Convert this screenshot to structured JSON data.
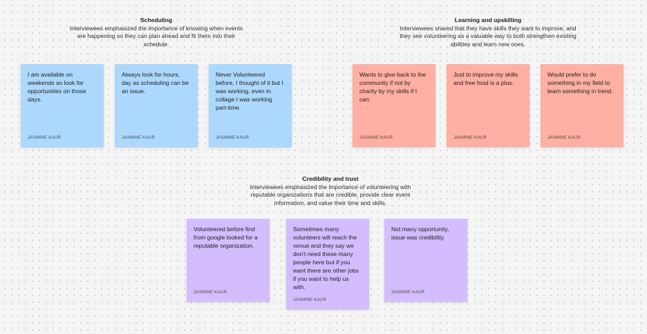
{
  "clusters": {
    "scheduling": {
      "title": "Scheduling",
      "description": "Interviewees emphasized the importance of knowing when events are happening so they can plan ahead and fit them into their schedule.",
      "notes": [
        {
          "text": "I am available on weekends so look for opportunities on those days.",
          "author": "JASMINE KAUR"
        },
        {
          "text": "Always look for hours, day as scheduling can be an issue.",
          "author": "JASMINE KAUR"
        },
        {
          "text": "Never Volunteered before, I thought of it but I was working, even in collage I was working part-time.",
          "author": "JASMINE KAUR"
        }
      ]
    },
    "learning": {
      "title": "Learning and upskilling",
      "description": "Interviewees shared that they have skills they want to improve, and they see volunteering as a valuable way to both strengthen existing abilities and learn new ones.",
      "notes": [
        {
          "text": "Wants to give back to the community if not by charity by my skills if I can.",
          "author": "JASMINE KAUR"
        },
        {
          "text": "Just to improve my skills and free food is a plus.",
          "author": "JASMINE KAUR"
        },
        {
          "text": "Would prefer to do something in my field to learn something in trend.",
          "author": "JASMINE KAUR"
        }
      ]
    },
    "credibility": {
      "title": "Credibility and  trust",
      "description": "Interviewees emphasized the importance of volunteering with reputable organizations that are credible, provide clear event information, and value their time and skills.",
      "notes": [
        {
          "text": "Volunteered before find from google looked for a reputable organization.",
          "author": "JASMINE KAUR"
        },
        {
          "text": "Sometimes many volunteers will reach the venue and they say we don't need these many people here but if you want there are other jobs if you want to help us with.",
          "author": "JASMINE KAUR"
        },
        {
          "text": "Not many opportunity, issue was credibility.",
          "author": "JASMINE KAUR"
        }
      ]
    }
  },
  "colors": {
    "blue_note": "#acd8fd",
    "red_note": "#ffafa3",
    "purple_note": "#d3bdff"
  }
}
